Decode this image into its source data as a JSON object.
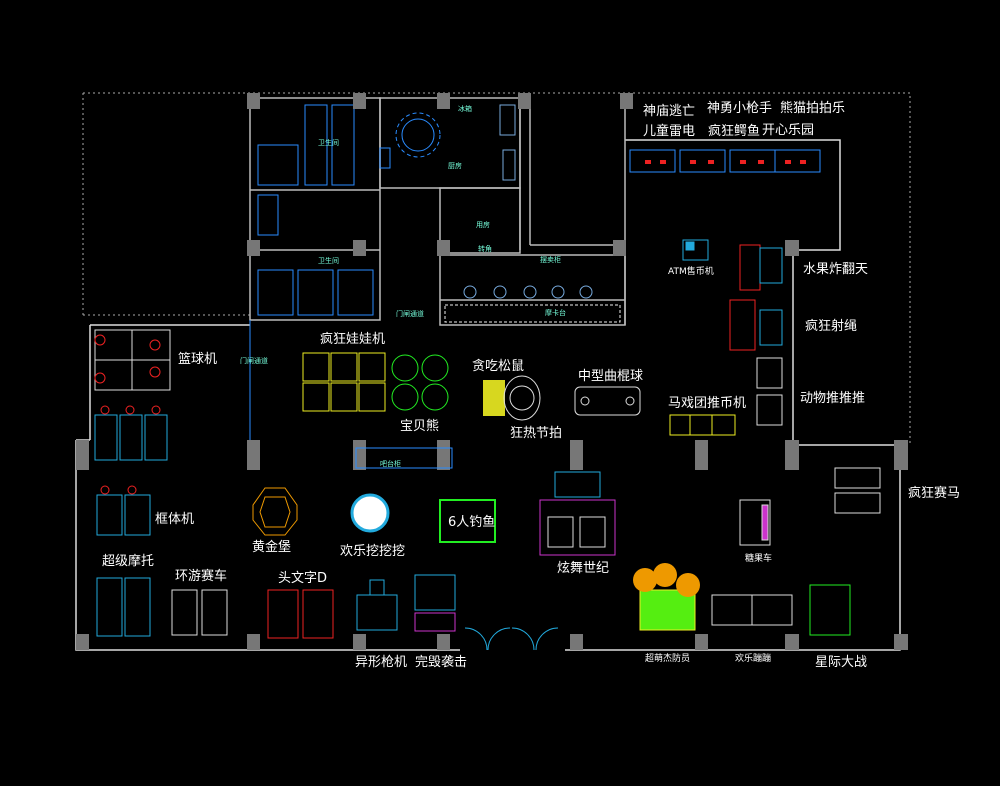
{
  "labels": {
    "shenmiao": "神庙逃亡",
    "ertong": "儿童雷电",
    "shenyong": "神勇小枪手",
    "fengkuangeyu": "疯狂鳄鱼",
    "xiongmao": "熊猫拍拍乐",
    "kaixin": "开心乐园",
    "atm": "ATM售币机",
    "shuiguo": "水果炸翻天",
    "sheshen": "疯狂射绳",
    "dongwu": "动物推推推",
    "lanqiu": "篮球机",
    "wawaji": "疯狂娃娃机",
    "tanchi": "贪吃松鼠",
    "zhongxing": "中型曲棍球",
    "baobei": "宝贝熊",
    "kuangre": "狂热节拍",
    "maxi": "马戏团推币机",
    "kuangti": "框体机",
    "saima": "疯狂赛马",
    "huangjin": "黄金堡",
    "wawa": "欢乐挖挖挖",
    "diaoyu": "6人钓鱼",
    "xuanwu": "炫舞世纪",
    "tangguo": "糖果车",
    "moto": "超级摩托",
    "huanyou": "环游赛车",
    "touwen": "头文字D",
    "chaoshen": "超萌杰防员",
    "huanle": "欢乐蹦蹦",
    "yixing": "异形枪机",
    "wanhui": "完毁袭击",
    "xingji": "星际大战",
    "weisheng1": "卫生间",
    "weisheng2": "卫生间",
    "chufang": "厨房",
    "yongfang": "用房",
    "bingxiang": "冰箱",
    "menjin": "门闸通道",
    "menjin2": "门闸通道",
    "zhuanjiao": "转角",
    "zhaoshi": "摆卖柜",
    "qianting": "吧台柜",
    "guitai": "摩卡台"
  }
}
